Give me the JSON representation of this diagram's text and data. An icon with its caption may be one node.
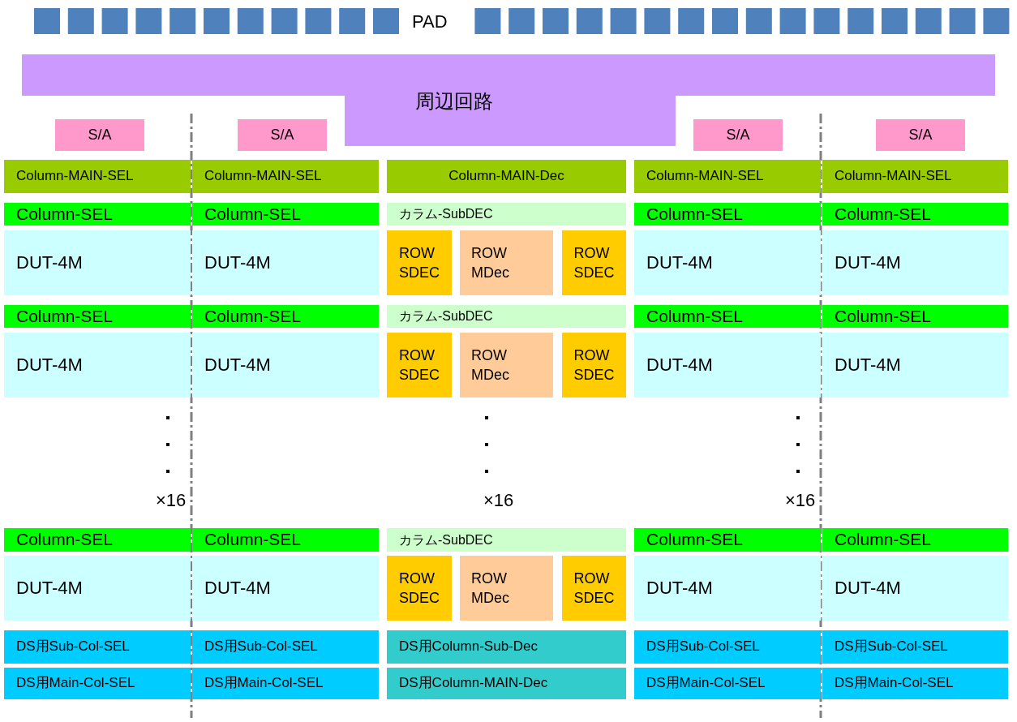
{
  "diagram": {
    "nodes": [
      {
        "text": [
          "周辺回路"
        ]
      },
      {
        "text": [
          "S/A"
        ]
      },
      {
        "text": [
          "S/A"
        ]
      },
      {
        "text": [
          "S/A"
        ]
      },
      {
        "text": [
          "S/A"
        ]
      },
      {
        "text": [
          "Column-MAIN-SEL"
        ]
      },
      {
        "text": [
          "Column-MAIN-SEL"
        ]
      },
      {
        "text": [
          "Column-MAIN-Dec"
        ]
      },
      {
        "text": [
          "Column-MAIN-SEL"
        ]
      },
      {
        "text": [
          "Column-MAIN-SEL"
        ]
      },
      {
        "text": [
          "Column-SEL"
        ]
      },
      {
        "text": [
          "Column-SEL"
        ]
      },
      {
        "text": [
          "カラム-SubDEC"
        ]
      },
      {
        "text": [
          "Column-SEL"
        ]
      },
      {
        "text": [
          "Column-SEL"
        ]
      },
      {
        "text": [
          "DUT-4M"
        ]
      },
      {
        "text": [
          "DUT-4M"
        ]
      },
      {
        "text": [
          "ROW SDEC"
        ]
      },
      {
        "text": [
          "ROW MDec"
        ]
      },
      {
        "text": [
          "ROW SDEC"
        ]
      },
      {
        "text": [
          "DUT-4M"
        ]
      },
      {
        "text": [
          "DUT-4M"
        ]
      },
      {
        "text": [
          "Column-SEL"
        ]
      },
      {
        "text": [
          "Column-SEL"
        ]
      },
      {
        "text": [
          "カラム-SubDEC"
        ]
      },
      {
        "text": [
          "Column-SEL"
        ]
      },
      {
        "text": [
          "Column-SEL"
        ]
      },
      {
        "text": [
          "DUT-4M"
        ]
      },
      {
        "text": [
          "DUT-4M"
        ]
      },
      {
        "text": [
          "ROW SDEC"
        ]
      },
      {
        "text": [
          "ROW MDec"
        ]
      },
      {
        "text": [
          "ROW SDEC"
        ]
      },
      {
        "text": [
          "DUT-4M"
        ]
      },
      {
        "text": [
          "DUT-4M"
        ]
      },
      {
        "text": [
          "Column-SEL"
        ]
      },
      {
        "text": [
          "Column-SEL"
        ]
      },
      {
        "text": [
          "カラム-SubDEC"
        ]
      },
      {
        "text": [
          "Column-SEL"
        ]
      },
      {
        "text": [
          "Column-SEL"
        ]
      },
      {
        "text": [
          "DUT-4M"
        ]
      },
      {
        "text": [
          "DUT-4M"
        ]
      },
      {
        "text": [
          "ROW SDEC"
        ]
      },
      {
        "text": [
          "ROW MDec"
        ]
      },
      {
        "text": [
          "ROW SDEC"
        ]
      },
      {
        "text": [
          "DUT-4M"
        ]
      },
      {
        "text": [
          "DUT-4M"
        ]
      },
      {
        "text": [
          "DS用Sub-Col-SEL"
        ]
      },
      {
        "text": [
          "DS用Sub-Col-SEL"
        ]
      },
      {
        "text": [
          "DS用Column-Sub-Dec"
        ]
      },
      {
        "text": [
          "DS用Sub-Col-SEL"
        ]
      },
      {
        "text": [
          "DS用Sub-Col-SEL"
        ]
      },
      {
        "text": [
          "DS用Main-Col-SEL"
        ]
      },
      {
        "text": [
          "DS用Main-Col-SEL"
        ]
      },
      {
        "text": [
          "DS用Column-MAIN-Dec"
        ]
      },
      {
        "text": [
          "DS用Main-Col-SEL"
        ]
      },
      {
        "text": [
          "DS用Main-Col-SEL"
        ]
      }
    ],
    "labels": [
      "PAD",
      "×16",
      "×16",
      "×16"
    ]
  }
}
